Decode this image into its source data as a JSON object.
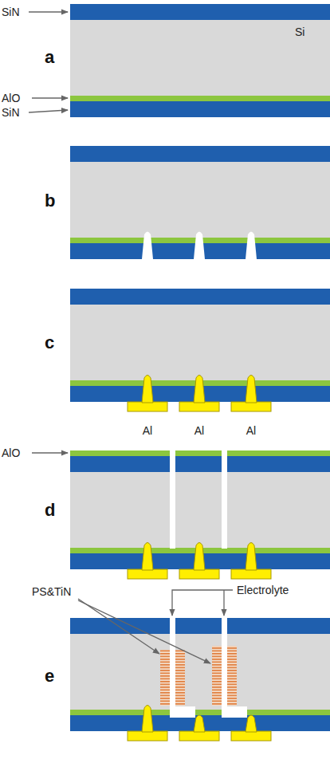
{
  "diagram": {
    "labels": [
      "SiN",
      "a",
      "Si",
      "AlO",
      "SiN",
      "b",
      "c",
      "Al",
      "Al",
      "Al",
      "AlO",
      "d",
      "PS&TiN",
      "Electrolyte",
      "e"
    ]
  }
}
